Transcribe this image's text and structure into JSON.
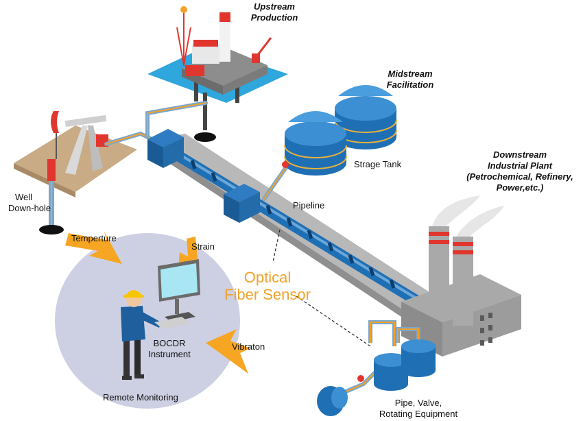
{
  "labels": {
    "upstream": [
      "Upstream",
      "Production"
    ],
    "midstream": [
      "Midstream",
      "Facilitation"
    ],
    "downstream": [
      "Downstream",
      "Industrial Plant",
      "(Petrochemical, Refinery,",
      "Power,etc.)"
    ],
    "storage_tank": "Strage Tank",
    "pipeline": "Pipeline",
    "well": [
      "Well",
      "Down-hole"
    ],
    "optical_fiber": [
      "Optical",
      "Fiber Sensor"
    ],
    "temperature": "Temperture",
    "strain": "Strain",
    "vibration": "Vibraton",
    "instrument": [
      "BOCDR",
      "Instrument"
    ],
    "remote": "Remote Monitoring",
    "equipment": [
      "Pipe, Valve,",
      "Rotating Equipment"
    ]
  },
  "colors": {
    "pipe_blue": "#1f6fb5",
    "pipe_light": "#6ba7d8",
    "fiber_orange": "#f2a12a",
    "ground_tan": "#c9ab86",
    "sea_blue": "#2fa6dc",
    "monitor_circle": "#cdd0e3",
    "arrow_orange": "#f6a623",
    "plant_gray": "#9c9c9c",
    "stack_red": "#e1362e"
  },
  "icons": [
    "offshore-rig-icon",
    "pump-jack-icon",
    "storage-tank-icon",
    "factory-icon",
    "operator-icon",
    "monitor-icon",
    "valve-icon",
    "pump-icon",
    "junction-box-icon"
  ]
}
